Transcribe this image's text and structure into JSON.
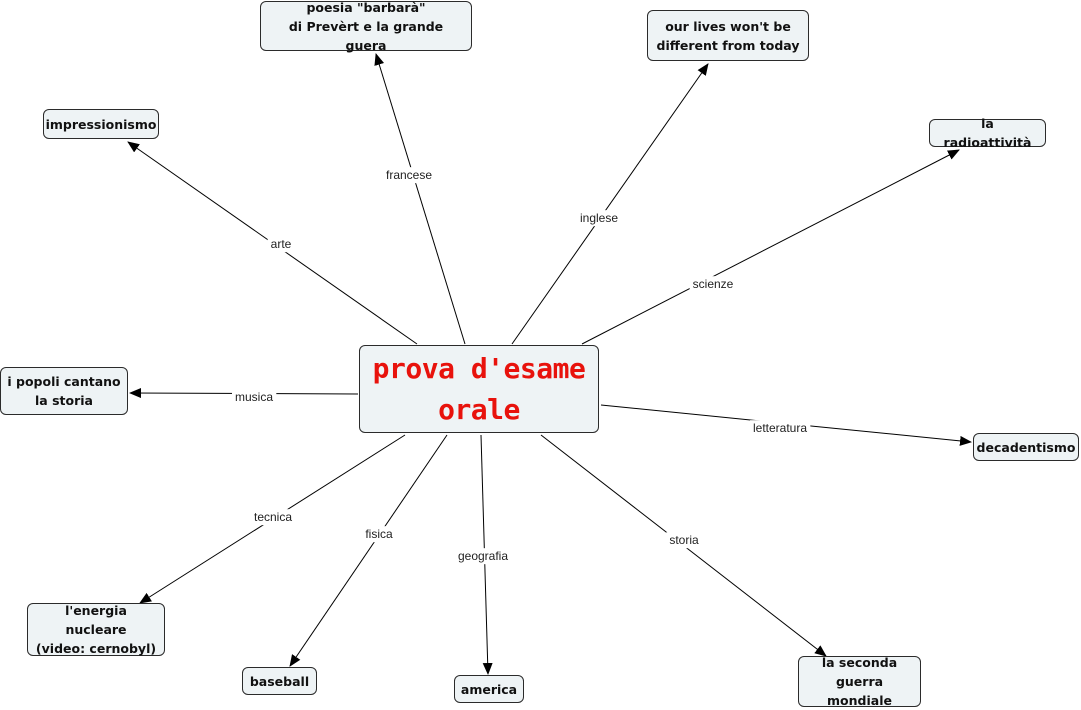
{
  "central": {
    "text": "prova d'esame\norale",
    "color": "#e8120c"
  },
  "concepts": [
    {
      "id": "barbara",
      "text": "poesia \"barbarà\"\ndi Prevèrt e la grande guera"
    },
    {
      "id": "lives",
      "text": "our lives won't be\ndifferent from today"
    },
    {
      "id": "impressionismo",
      "text": "impressionismo"
    },
    {
      "id": "radioattivita",
      "text": "la radioattività"
    },
    {
      "id": "popoli",
      "text": "i popoli cantano\nla storia"
    },
    {
      "id": "decadentismo",
      "text": "decadentismo"
    },
    {
      "id": "energia",
      "text": "l'energia nucleare\n(video: cernobyl)"
    },
    {
      "id": "baseball",
      "text": "baseball"
    },
    {
      "id": "america",
      "text": "america"
    },
    {
      "id": "seconda",
      "text": "la seconda\nguerra mondiale"
    }
  ],
  "links": [
    {
      "label": "francese",
      "to": "barbara"
    },
    {
      "label": "inglese",
      "to": "lives"
    },
    {
      "label": "arte",
      "to": "impressionismo"
    },
    {
      "label": "scienze",
      "to": "radioattivita"
    },
    {
      "label": "musica",
      "to": "popoli"
    },
    {
      "label": "letteratura",
      "to": "decadentismo"
    },
    {
      "label": "tecnica",
      "to": "energia"
    },
    {
      "label": "fisica",
      "to": "baseball"
    },
    {
      "label": "geografia",
      "to": "america"
    },
    {
      "label": "storia",
      "to": "seconda"
    }
  ]
}
